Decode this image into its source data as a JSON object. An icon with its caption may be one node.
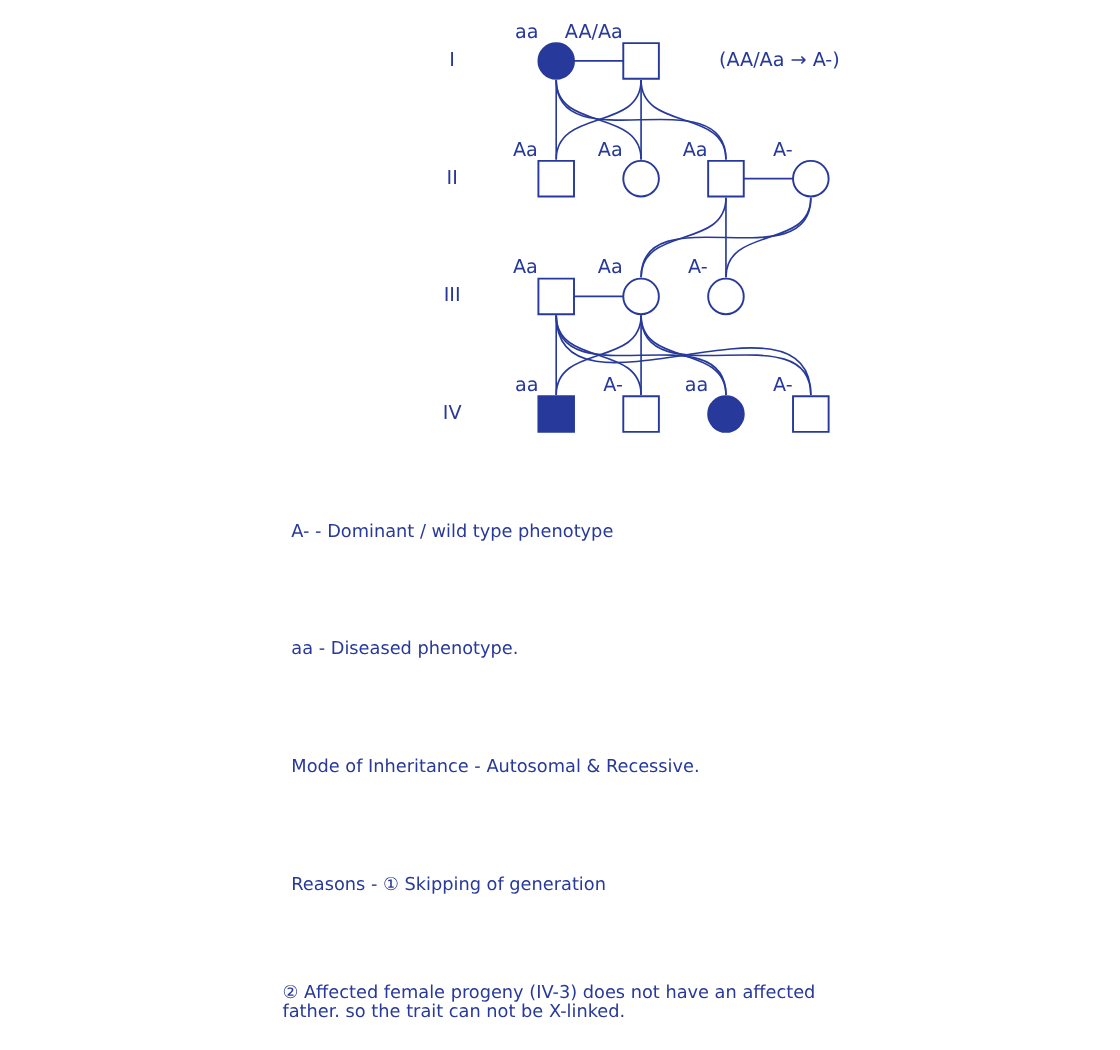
{
  "diagram": {
    "nodes": [
      {
        "text": [],
        "shape": "circle",
        "beside": [
          "aa"
        ]
      },
      {
        "text": [],
        "shape": "box",
        "beside": [
          "AA/Aa"
        ]
      },
      {
        "text": [],
        "shape": "box",
        "beside": [
          "Aa"
        ]
      },
      {
        "text": [],
        "shape": "circle",
        "beside": [
          "Aa"
        ]
      },
      {
        "text": [],
        "shape": "box",
        "beside": [
          "Aa"
        ]
      },
      {
        "text": [],
        "shape": "circle",
        "beside": [
          "A-"
        ]
      },
      {
        "text": [],
        "shape": "box",
        "beside": [
          "Aa"
        ]
      },
      {
        "text": [],
        "shape": "circle",
        "beside": [
          "Aa"
        ]
      },
      {
        "text": [],
        "shape": "circle",
        "beside": [
          "A-"
        ]
      },
      {
        "text": [],
        "shape": "box",
        "beside": [
          "aa"
        ]
      },
      {
        "text": [],
        "shape": "box",
        "beside": [
          "A-"
        ]
      },
      {
        "text": [],
        "shape": "circle",
        "beside": [
          "aa"
        ]
      },
      {
        "text": [],
        "shape": "box",
        "beside": [
          "A-"
        ]
      }
    ],
    "edges": [
      {
        "from": 0,
        "to": 1,
        "arrow": "none"
      },
      {
        "from": 0,
        "to": 2,
        "arrow": "none"
      },
      {
        "from": 0,
        "to": 3,
        "arrow": "none"
      },
      {
        "from": 0,
        "to": 4,
        "arrow": "none"
      },
      {
        "from": 1,
        "to": 2,
        "arrow": "none"
      },
      {
        "from": 1,
        "to": 3,
        "arrow": "none"
      },
      {
        "from": 1,
        "to": 4,
        "arrow": "none"
      },
      {
        "from": 4,
        "to": 5,
        "arrow": "none"
      },
      {
        "from": 4,
        "to": 7,
        "arrow": "none"
      },
      {
        "from": 4,
        "to": 8,
        "arrow": "none"
      },
      {
        "from": 5,
        "to": 7,
        "arrow": "none"
      },
      {
        "from": 5,
        "to": 8,
        "arrow": "none"
      },
      {
        "from": 6,
        "to": 7,
        "arrow": "none"
      },
      {
        "from": 6,
        "to": 9,
        "arrow": "none"
      },
      {
        "from": 6,
        "to": 10,
        "arrow": "none"
      },
      {
        "from": 6,
        "to": 11,
        "arrow": "none"
      },
      {
        "from": 6,
        "to": 12,
        "arrow": "none"
      },
      {
        "from": 7,
        "to": 9,
        "arrow": "none"
      },
      {
        "from": 7,
        "to": 10,
        "arrow": "none"
      },
      {
        "from": 7,
        "to": 11,
        "arrow": "none"
      },
      {
        "from": 7,
        "to": 12,
        "arrow": "none"
      }
    ],
    "labels": [
      "I",
      "(AA/Aa → A-)",
      "II",
      "III",
      "IV",
      "A- - Dominant / wild type phenotype",
      "aa - Diseased phenotype.",
      "Mode of Inheritance - Autosomal & Recessive.",
      "Reasons - ① Skipping of generation",
      "② Affected female progeny (IV-3) does not have an affected father. so the trait can not be X-linked."
    ]
  }
}
